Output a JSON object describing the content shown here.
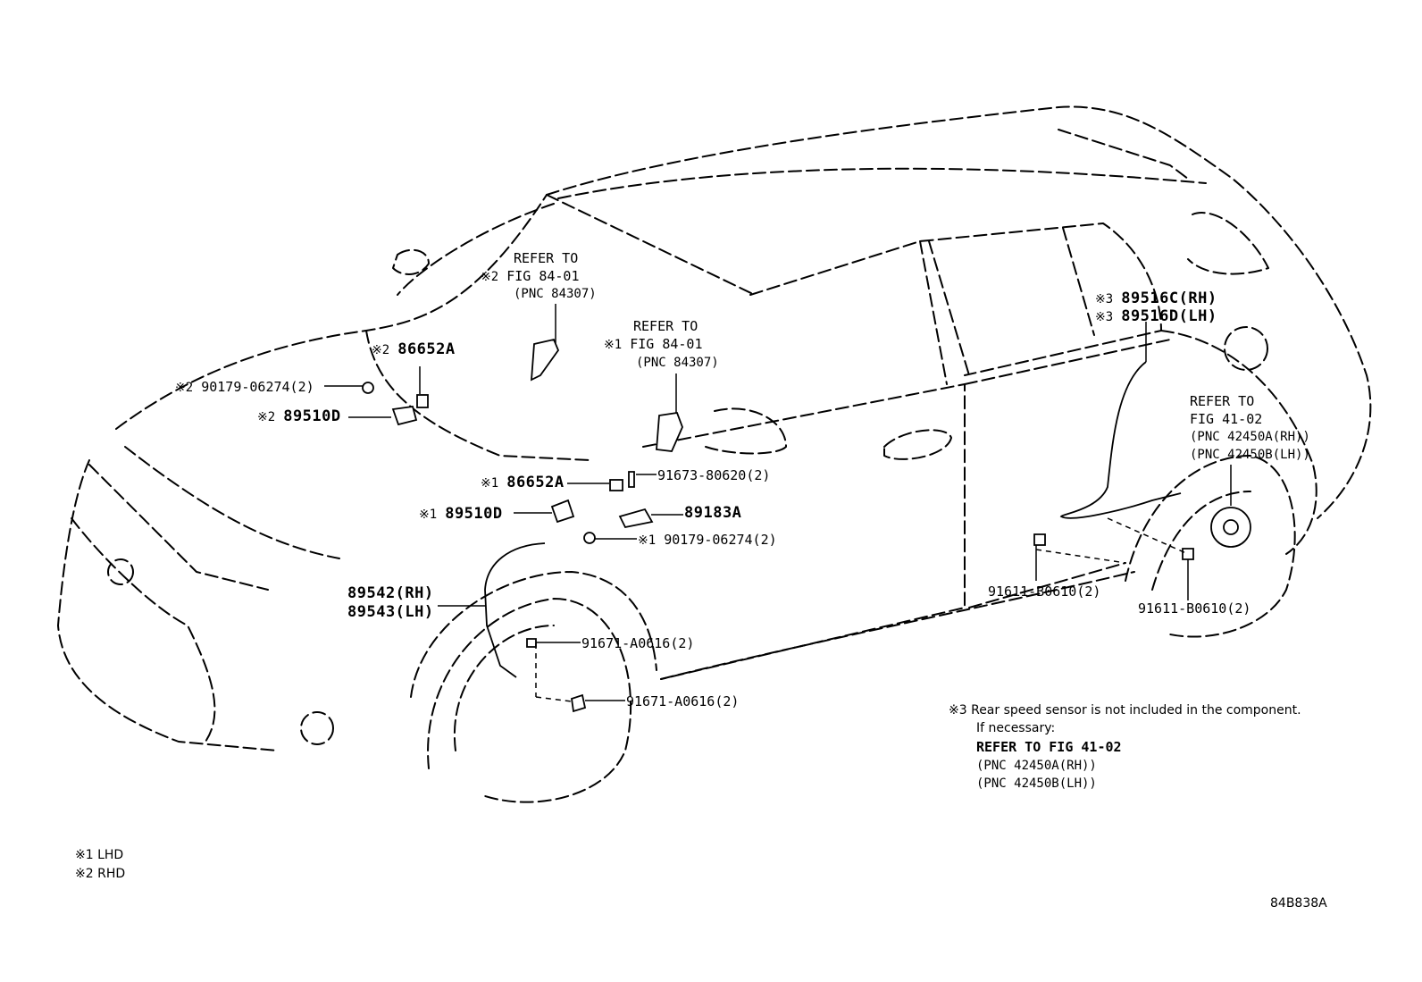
{
  "callouts": {
    "refer_8401_rhd": {
      "l1": "REFER TO",
      "mark": "※2",
      "l2": "FIG 84-01",
      "l3": "(PNC 84307)"
    },
    "refer_8401_lhd": {
      "l1": "REFER TO",
      "mark": "※1",
      "l2": "FIG 84-01",
      "l3": "(PNC 84307)"
    },
    "refer_4102": {
      "l1": "REFER TO",
      "l2": "FIG 41-02",
      "l3": "(PNC 42450A(RH))",
      "l4": "(PNC 42450B(LH))"
    }
  },
  "parts": [
    {
      "mark": "※2",
      "code": "86652A"
    },
    {
      "mark": "※2",
      "code": "90179-06274(2)"
    },
    {
      "mark": "※2",
      "code": "89510D"
    },
    {
      "mark": "※1",
      "code": "86652A"
    },
    {
      "mark": "※1",
      "code": "89510D"
    },
    {
      "mark": "※1",
      "code": "90179-06274(2)"
    },
    {
      "code": "91673-80620(2)"
    },
    {
      "code": "89183A"
    },
    {
      "code": "89542(RH)"
    },
    {
      "code": "89543(LH)"
    },
    {
      "code": "91671-A0616(2)"
    },
    {
      "code": "91671-A0616(2)"
    },
    {
      "mark": "※3",
      "code": "89516C(RH)"
    },
    {
      "mark": "※3",
      "code": "89516D(LH)"
    },
    {
      "code": "91611-B0610(2)"
    },
    {
      "code": "91611-B0610(2)"
    }
  ],
  "note3": {
    "mark": "※3",
    "line1": "Rear speed sensor is not included in the component.",
    "line2": "If necessary:",
    "line3": "REFER TO FIG 41-02",
    "line4": "(PNC 42450A(RH))",
    "line5": "(PNC 42450B(LH))"
  },
  "legend": [
    "※1 LHD",
    "※2 RHD"
  ],
  "figure_id": "84B838A"
}
